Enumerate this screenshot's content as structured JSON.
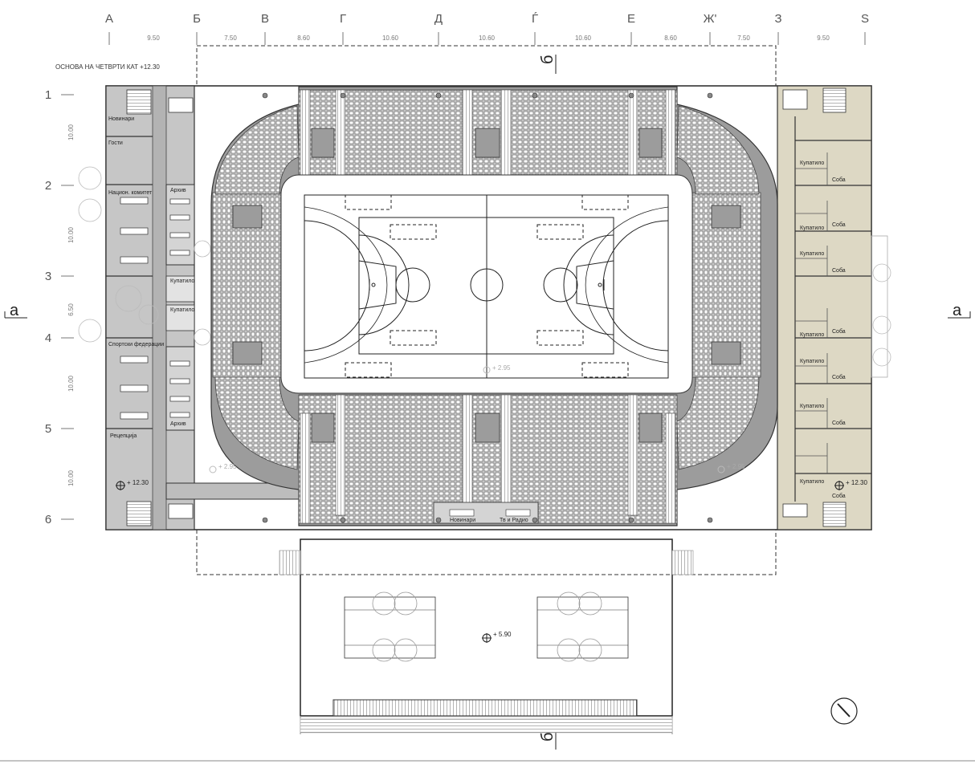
{
  "title": "ОСНОВА НА ЧЕТВРТИ КАТ +12.30",
  "axes_columns": [
    "А",
    "Б",
    "В",
    "Г",
    "Д",
    "Ѓ",
    "Е",
    "Ж'",
    "З",
    "S"
  ],
  "column_dims": [
    "9.50",
    "7.50",
    "8.60",
    "10.60",
    "10.60",
    "10.60",
    "8.60",
    "7.50",
    "9.50"
  ],
  "axes_rows": [
    "1",
    "2",
    "3",
    "4",
    "5",
    "6"
  ],
  "row_dims": [
    "10.00",
    "10.00",
    "6.50",
    "10.00",
    "10.00"
  ],
  "section_marks": {
    "horizontal": "а",
    "vertical": "б"
  },
  "levels": {
    "left_office": "+ 12.30",
    "right_rooms": "+ 12.30",
    "terrace": "+ 5.90",
    "ghost_a": "+ 2.95",
    "ghost_b": "+ 2.95",
    "ghost_c": "+ 2.95"
  },
  "rooms_left": {
    "news": "Новинари",
    "guests": "Гости",
    "committee": "Национ. комитет",
    "archive_top": "Архив",
    "bath_1": "Купатило",
    "bath_2": "Купатило",
    "federations": "Спортски федерации",
    "archive_bottom": "Архив",
    "reception": "Рецепција"
  },
  "rooms_right": [
    "Купатило",
    "Соба",
    "Купатило",
    "Соба",
    "Купатило",
    "Соба",
    "Купатило",
    "Соба",
    "Купатило",
    "Соба",
    "Купатило",
    "Соба",
    "Купатило",
    "Соба"
  ],
  "press": {
    "news": "Новинари",
    "tv_radio": "Тв и Радио"
  },
  "colors": {
    "circulation": "#bdbdbd",
    "seating": "#9c9c9c",
    "rooms_right": "#ddd8c4",
    "lines": "#444444"
  }
}
